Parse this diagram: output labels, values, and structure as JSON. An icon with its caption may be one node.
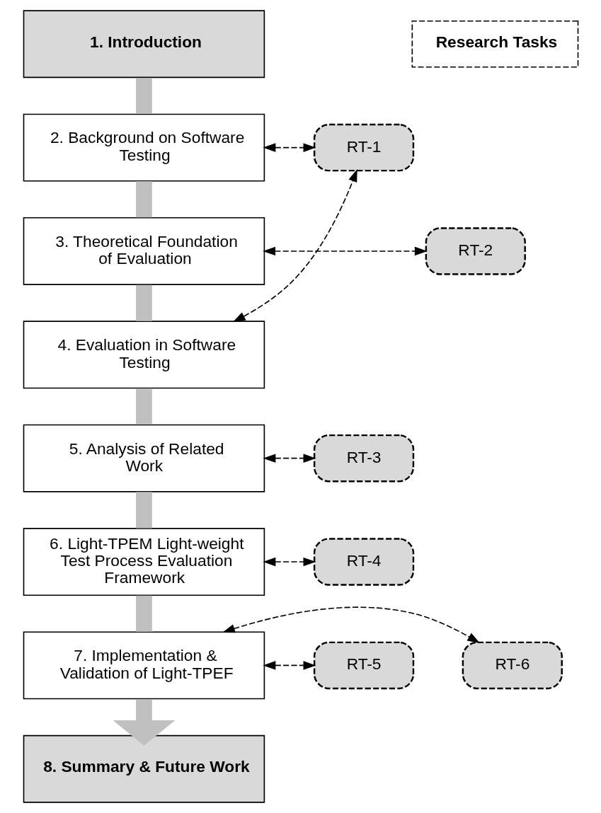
{
  "diagram": {
    "nodes": [
      {
        "text": [
          "1. Introduction"
        ]
      },
      {
        "text": [
          "2. Background on Software Testing"
        ]
      },
      {
        "text": [
          "3. Theoretical Foundation of Evaluation"
        ]
      },
      {
        "text": [
          "4. Evaluation in Software Testing"
        ]
      },
      {
        "text": [
          "5. Analysis of Related Work"
        ]
      },
      {
        "text": [
          "6. Light-TPEM Light-weight Test Process Evaluation Framework"
        ]
      },
      {
        "text": [
          "7. Implementation & Validation of Light-TPEF"
        ]
      },
      {
        "text": [
          "8. Summary & Future Work"
        ]
      },
      {
        "text": [
          "Research Tasks"
        ]
      },
      {
        "text": [
          "RT-1"
        ]
      },
      {
        "text": [
          "RT-2"
        ]
      },
      {
        "text": [
          "RT-3"
        ]
      },
      {
        "text": [
          "RT-4"
        ]
      },
      {
        "text": [
          "RT-5"
        ]
      },
      {
        "text": [
          "RT-6"
        ]
      }
    ],
    "edges": [
      {
        "from": 0,
        "to": 1,
        "arrow": "none",
        "style": "thick",
        "color": "#c0c0c0"
      },
      {
        "from": 1,
        "to": 2,
        "arrow": "none",
        "style": "thick",
        "color": "#c0c0c0"
      },
      {
        "from": 2,
        "to": 3,
        "arrow": "none",
        "style": "thick",
        "color": "#c0c0c0"
      },
      {
        "from": 3,
        "to": 4,
        "arrow": "none",
        "style": "thick",
        "color": "#c0c0c0"
      },
      {
        "from": 4,
        "to": 5,
        "arrow": "none",
        "style": "thick",
        "color": "#c0c0c0"
      },
      {
        "from": 5,
        "to": 6,
        "arrow": "none",
        "style": "thick",
        "color": "#c0c0c0"
      },
      {
        "from": 6,
        "to": 7,
        "arrow": "to",
        "style": "thick",
        "color": "#c0c0c0"
      },
      {
        "from": 1,
        "to": 9,
        "arrow": "both",
        "style": "dashed",
        "color": "#000000"
      },
      {
        "from": 2,
        "to": 10,
        "arrow": "both",
        "style": "dashed",
        "color": "#000000"
      },
      {
        "from": 3,
        "to": 9,
        "arrow": "both",
        "style": "dashed",
        "color": "#000000"
      },
      {
        "from": 4,
        "to": 11,
        "arrow": "both",
        "style": "dashed",
        "color": "#000000"
      },
      {
        "from": 5,
        "to": 12,
        "arrow": "both",
        "style": "dashed",
        "color": "#000000"
      },
      {
        "from": 6,
        "to": 13,
        "arrow": "both",
        "style": "dashed",
        "color": "#000000"
      },
      {
        "from": 6,
        "to": 14,
        "arrow": "both",
        "style": "dashed",
        "color": "#000000"
      }
    ]
  }
}
